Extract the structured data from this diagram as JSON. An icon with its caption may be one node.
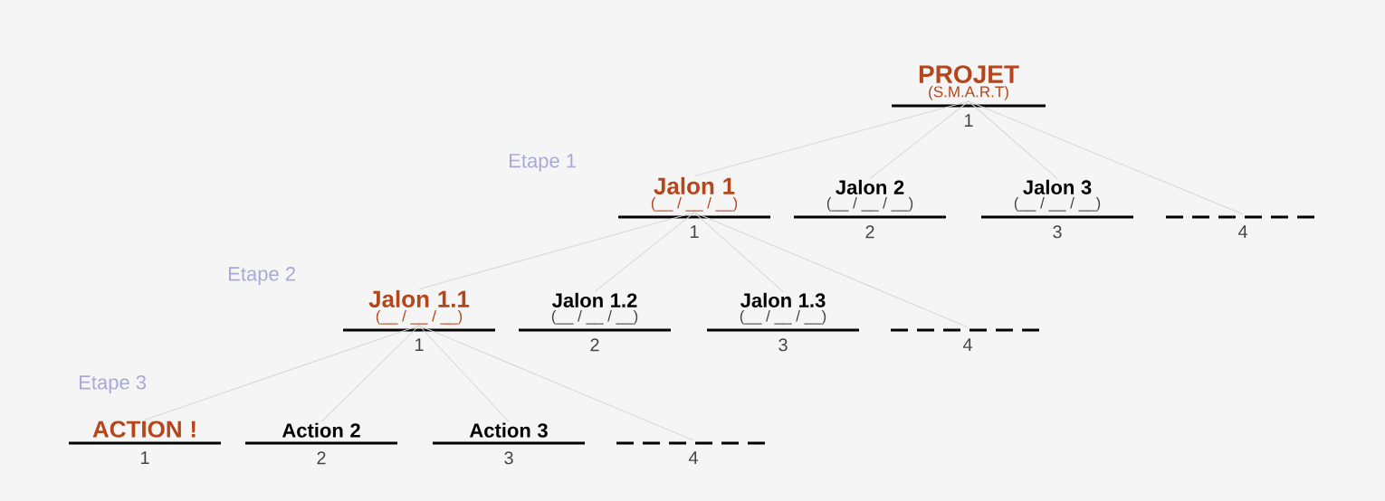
{
  "diagram": {
    "nodes": [
      {
        "text": [
          "PROJET",
          "(S.M.A.R.T)"
        ],
        "beside": [
          "1"
        ]
      },
      {
        "text": [
          "Jalon 1",
          "(__ / __ / __)"
        ],
        "beside": [
          "1"
        ]
      },
      {
        "text": [
          "Jalon 2",
          "(__ / __ / __)"
        ],
        "beside": [
          "2"
        ]
      },
      {
        "text": [
          "Jalon 3",
          "(__ / __ / __)"
        ],
        "beside": [
          "3"
        ]
      },
      {
        "text": [],
        "shape": "bar",
        "beside": [
          "4"
        ]
      },
      {
        "text": [
          "Jalon 1.1",
          "(__ / __ / __)"
        ],
        "beside": [
          "1"
        ]
      },
      {
        "text": [
          "Jalon 1.2",
          "(__ / __ / __)"
        ],
        "beside": [
          "2"
        ]
      },
      {
        "text": [
          "Jalon 1.3",
          "(__ / __ / __)"
        ],
        "beside": [
          "3"
        ]
      },
      {
        "text": [],
        "shape": "bar",
        "beside": [
          "4"
        ]
      },
      {
        "text": [
          "ACTION !"
        ],
        "beside": [
          "1"
        ]
      },
      {
        "text": [
          "Action 2"
        ],
        "beside": [
          "2"
        ]
      },
      {
        "text": [
          "Action 3"
        ],
        "beside": [
          "3"
        ]
      },
      {
        "text": [],
        "shape": "bar",
        "beside": [
          "4"
        ]
      }
    ],
    "edges": [
      {
        "from": 0,
        "to": 1,
        "arrow": "none"
      },
      {
        "from": 0,
        "to": 2,
        "arrow": "none"
      },
      {
        "from": 0,
        "to": 3,
        "arrow": "none"
      },
      {
        "from": 0,
        "to": 4,
        "arrow": "none"
      },
      {
        "from": 1,
        "to": 5,
        "arrow": "none"
      },
      {
        "from": 1,
        "to": 6,
        "arrow": "none"
      },
      {
        "from": 1,
        "to": 7,
        "arrow": "none"
      },
      {
        "from": 1,
        "to": 8,
        "arrow": "none"
      },
      {
        "from": 5,
        "to": 9,
        "arrow": "none"
      },
      {
        "from": 5,
        "to": 10,
        "arrow": "none"
      },
      {
        "from": 5,
        "to": 11,
        "arrow": "none"
      },
      {
        "from": 5,
        "to": 12,
        "arrow": "none"
      }
    ],
    "labels": [
      "Etape 1",
      "Etape 2",
      "Etape 3"
    ]
  }
}
